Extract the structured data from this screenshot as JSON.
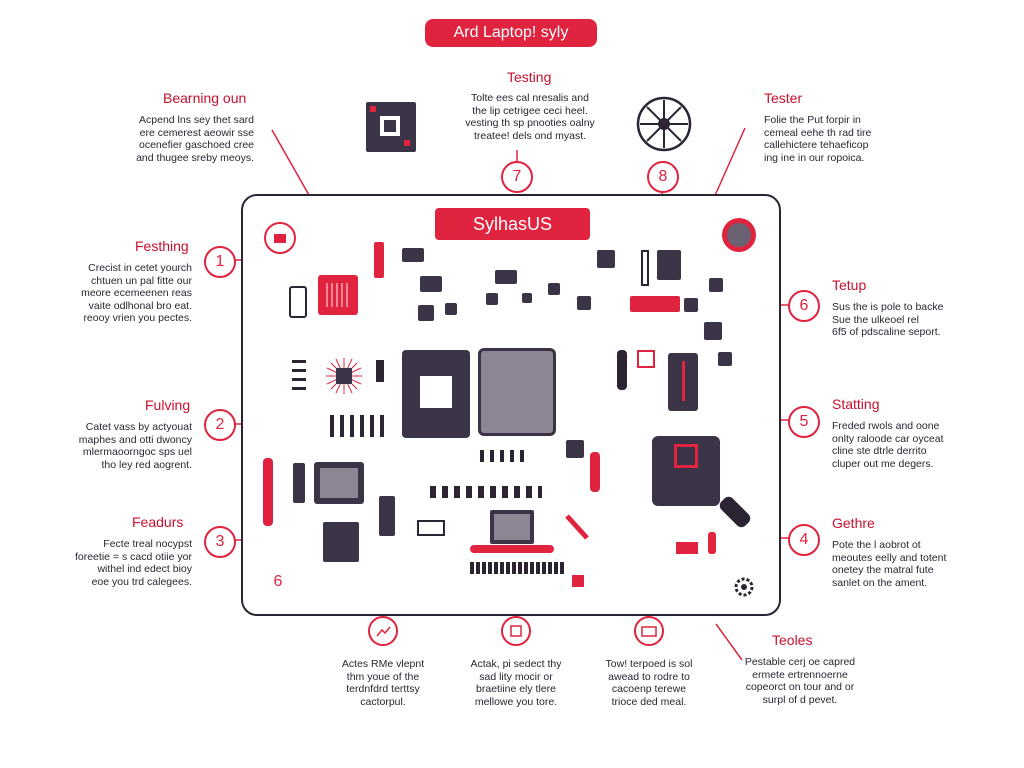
{
  "title": "Ard Laptop! syly",
  "banner": "SylhasUS",
  "callouts": {
    "beaming": {
      "heading": "Bearning oun",
      "lines": [
        "Acpend lns sey thet sard",
        "ere cemerest aeowir sse",
        "ocenefier gaschoed cree",
        "and thugee sreby meoys."
      ]
    },
    "testing_top": {
      "heading": "Testing",
      "lines": [
        "Tolte ees cal nresalis and",
        "the lip cetrigee ceci heel.",
        "vesting th sp pnooties oalny",
        "treatee! dels ond myast."
      ]
    },
    "tester": {
      "heading": "Tester",
      "lines": [
        "Folie the Put forpir in",
        "cemeal eehe th rad tire",
        "callehictere tehaeficop",
        "ing ine in our ropoica."
      ]
    },
    "festhing": {
      "heading": "Festhing",
      "lines": [
        "Crecist in cetet yourch",
        "chtuen un pal fitte our",
        "meore ecemeenen reas",
        "vaite odlhonal bro eat.",
        "reooy vrien you pectes."
      ]
    },
    "fulving": {
      "heading": "Fulving",
      "lines": [
        "Catet vass by actyouat",
        "maphes and otti dwoncy",
        "mlermaoorngoc sps uel",
        "tho ley red aogrent."
      ]
    },
    "feadurs": {
      "heading": "Feadurs",
      "lines": [
        "Fecte treal nocypst",
        "foreetie = s cacd otiie yor",
        "withel ind edect bioy",
        "eoe you trd calegees."
      ]
    },
    "tetup": {
      "heading": "Tetup",
      "lines": [
        "Sus the is pole to backe",
        "Sue the ulkeoel rel",
        "6f5 of pdscaline seport."
      ]
    },
    "statting": {
      "heading": "Statting",
      "lines": [
        "Freded rwols and oone",
        "onlty raloode car oyceat",
        "cline ste dtrle derrito",
        "cluper out me degers."
      ]
    },
    "gethre": {
      "heading": "Gethre",
      "lines": [
        "Pote the l aobrot ot",
        "meoutes eelly and totent",
        "onetey the matral fute",
        "sanlet on the ament."
      ]
    },
    "teoles": {
      "heading": "Teoles",
      "lines": [
        "Pestable cerj oe capred",
        "ermete ertrennoerne",
        "copeorct on tour and or",
        "surpl of d pevet."
      ]
    },
    "bottom_left": {
      "lines": [
        "Actes RMe vlepnt",
        "thm youe of the",
        "terdnfdrd terttsy",
        "cactorpul."
      ]
    },
    "bottom_mid": {
      "lines": [
        "Actak, pi sedect thy",
        "sad lity mocir or",
        "braetiine ely tlere",
        "mellowe you tore."
      ]
    },
    "bottom_right": {
      "lines": [
        "Tow! terpoed is sol",
        "awead to rodre to",
        "cacoenp terewe",
        "trioce ded meal."
      ]
    }
  },
  "step_numbers": {
    "n7": "7",
    "n8": "8",
    "n1": "1",
    "n2": "2",
    "n3": "3",
    "n6_left": "6",
    "n6_right": "6",
    "n5": "5",
    "n4": "4"
  },
  "colors": {
    "accent": "#e0233f",
    "dark": "#2c2433",
    "chip": "#3b3346",
    "board_bg": "#ffffff"
  }
}
